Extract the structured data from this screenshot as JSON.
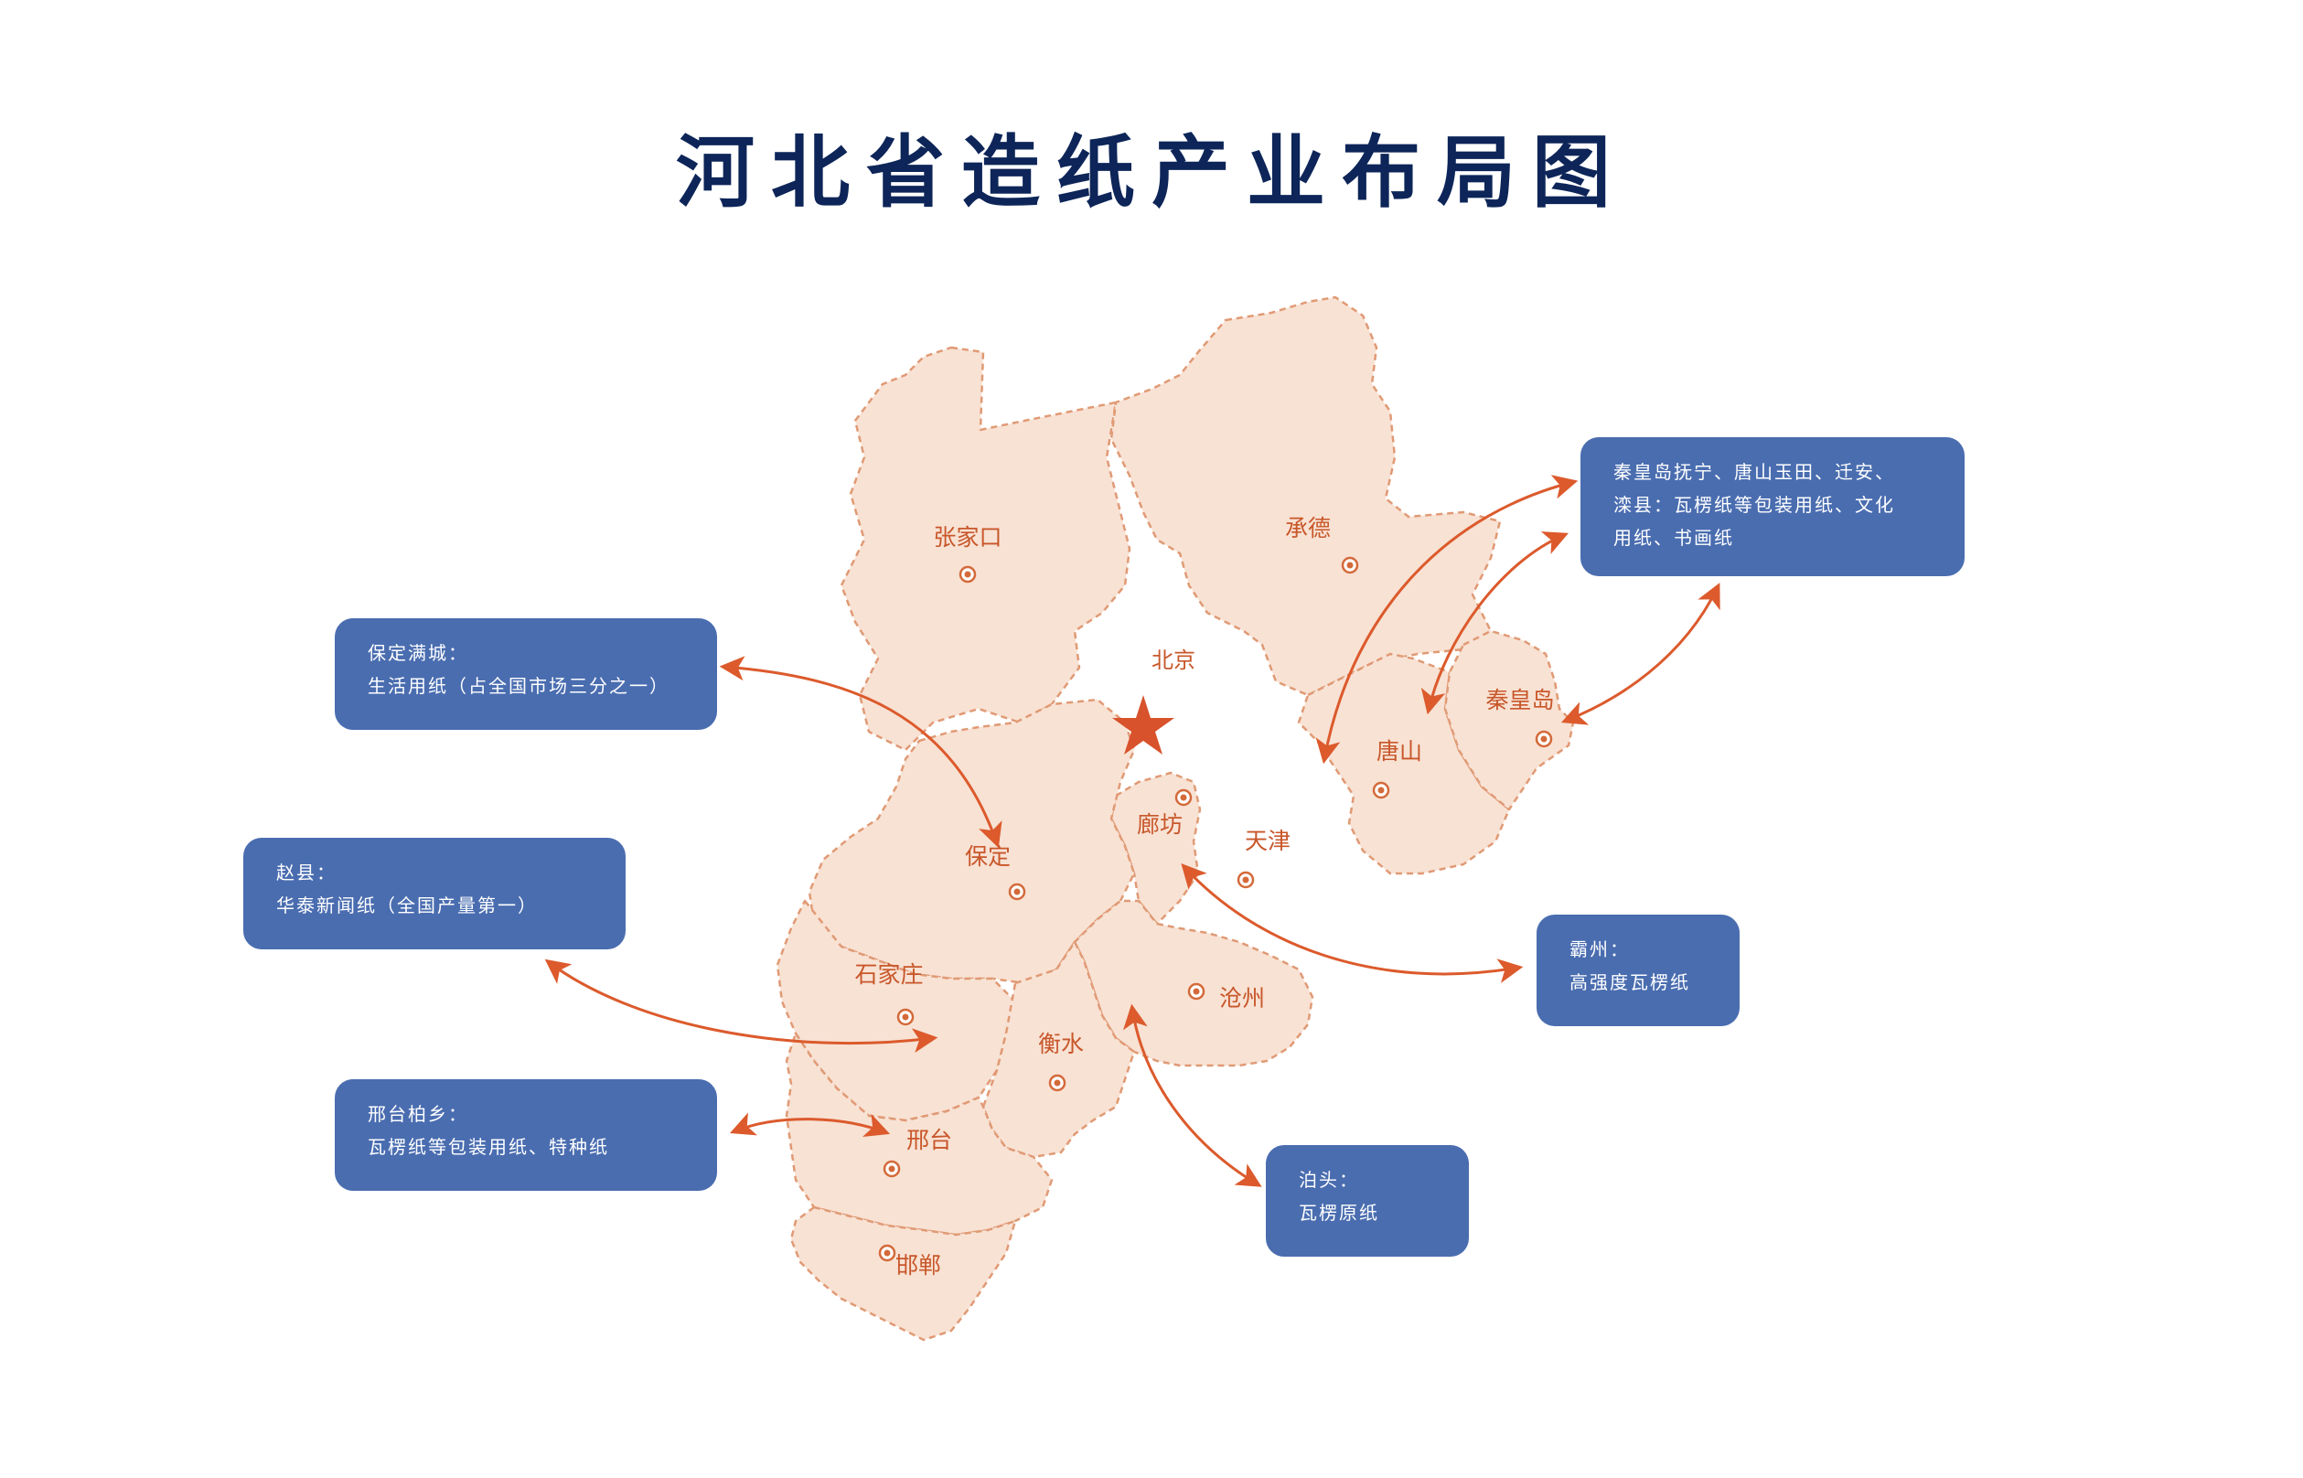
{
  "title": "河北省造纸产业布局图",
  "colors": {
    "title": "#0d2558",
    "region_fill": "#f8e2d4",
    "region_border": "#e09a75",
    "accent": "#dc5a2c",
    "callout_bg": "#4a6db0",
    "callout_text": "#ffffff"
  },
  "capital": {
    "name": "北京",
    "icon": "star-icon"
  },
  "cities": [
    {
      "id": "zhangjiakou",
      "name": "张家口"
    },
    {
      "id": "chengde",
      "name": "承德"
    },
    {
      "id": "qinhuangdao",
      "name": "秦皇岛"
    },
    {
      "id": "tangshan",
      "name": "唐山"
    },
    {
      "id": "langfang",
      "name": "廊坊"
    },
    {
      "id": "tianjin",
      "name": "天津"
    },
    {
      "id": "baoding",
      "name": "保定"
    },
    {
      "id": "shijiazhuang",
      "name": "石家庄"
    },
    {
      "id": "cangzhou",
      "name": "沧州"
    },
    {
      "id": "hengshui",
      "name": "衡水"
    },
    {
      "id": "xingtai",
      "name": "邢台"
    },
    {
      "id": "handan",
      "name": "邯郸"
    }
  ],
  "callouts": {
    "qinhuangdao": [
      "秦皇岛抚宁、唐山玉田、迁安、",
      "滦县：瓦楞纸等包装用纸、文化",
      "用纸、书画纸"
    ],
    "baoding": [
      "保定满城：",
      "生活用纸（占全国市场三分之一）"
    ],
    "zhaoxian": [
      "赵县：",
      "华泰新闻纸（全国产量第一）"
    ],
    "xingtai": [
      "邢台柏乡：",
      "瓦楞纸等包装用纸、特种纸"
    ],
    "bazhou": [
      "霸州：",
      "高强度瓦楞纸"
    ],
    "botou": [
      "泊头：",
      "瓦楞原纸"
    ]
  }
}
